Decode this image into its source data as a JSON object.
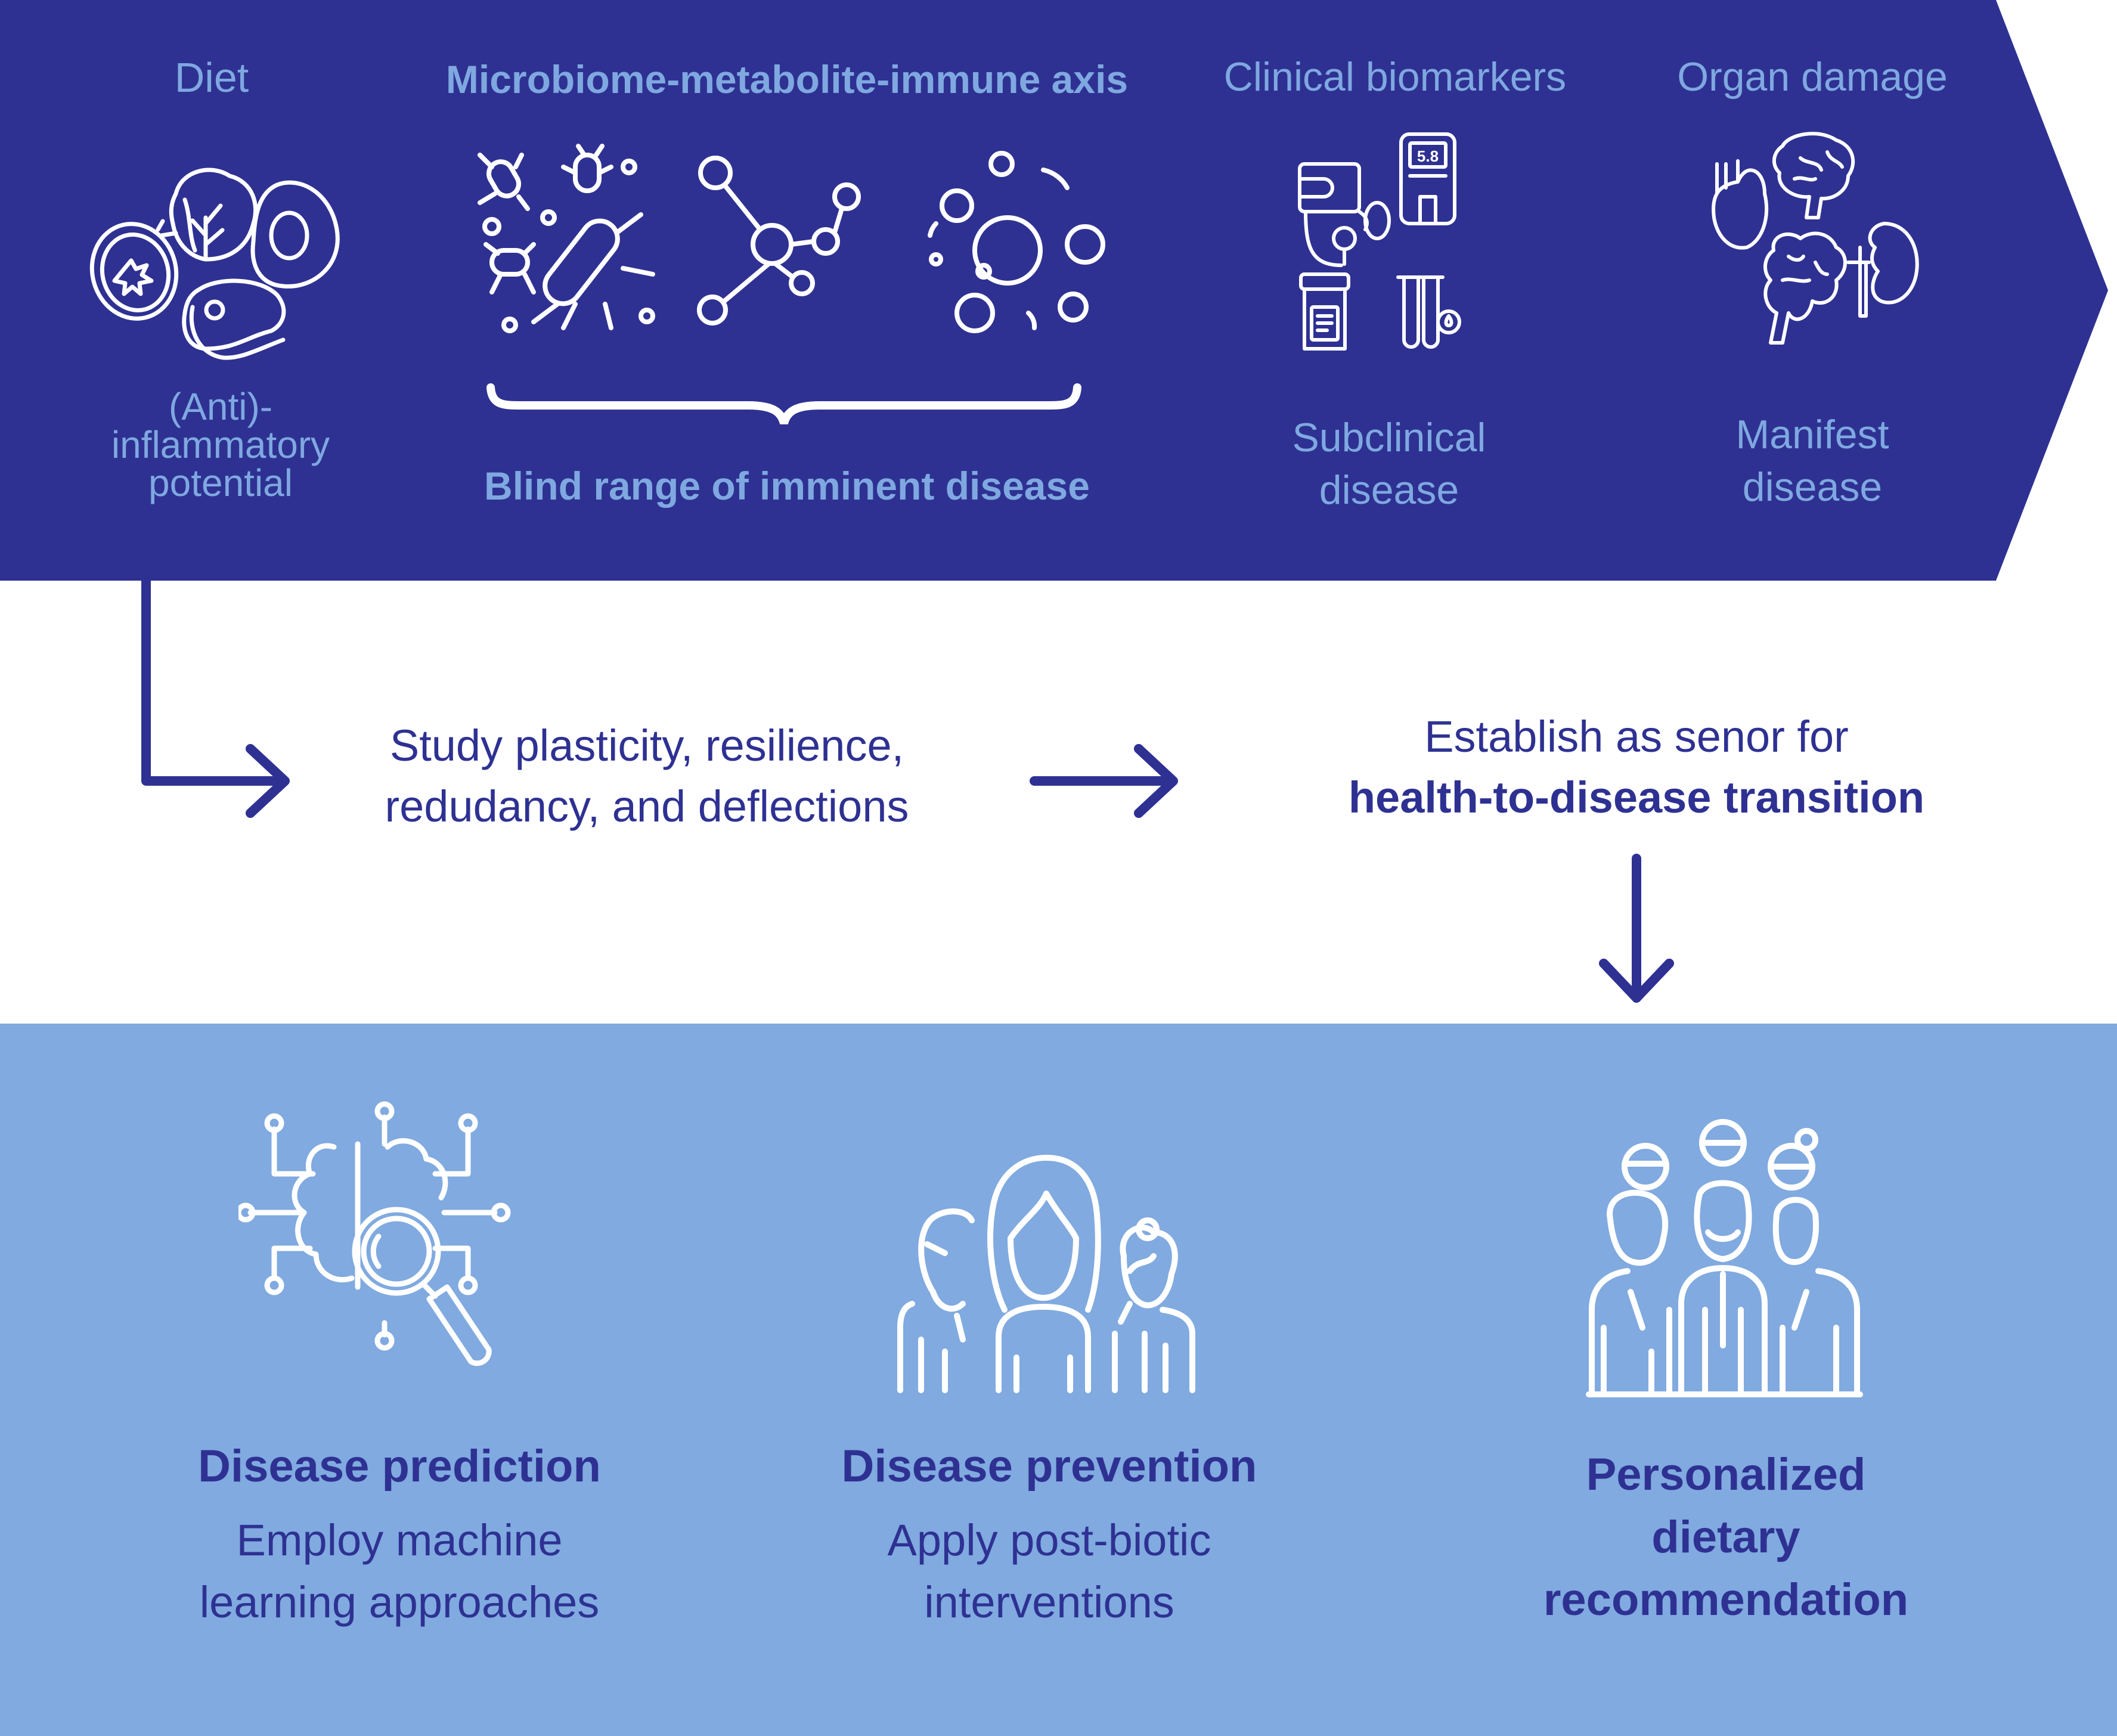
{
  "colors": {
    "banner_bg": "#2E3192",
    "banner_text": "#7FA8E0",
    "arrow": "#2E3192",
    "bottom_bg": "#80AAE0",
    "icon_stroke": "#FFFFFF"
  },
  "banner": {
    "stages": [
      {
        "title": "Diet",
        "subtitle_lines": [
          "(Anti)-",
          "inflammatory",
          "potential"
        ],
        "icon": "food-icon"
      },
      {
        "title": "Microbiome-metabolite-immune axis",
        "subtitle_lines": [
          "Blind range of imminent disease"
        ],
        "icons": [
          "bacteria-icon",
          "molecule-icon",
          "metabolite-bubbles-icon"
        ],
        "brace": "curly-brace-icon"
      },
      {
        "title": "Clinical biomarkers",
        "subtitle_lines": [
          "Subclinical",
          "disease"
        ],
        "icon": "medical-devices-icon",
        "glucometer_reading": "5.8"
      },
      {
        "title": "Organ damage",
        "subtitle_lines": [
          "Manifest",
          "disease"
        ],
        "icon": "organs-icon"
      }
    ]
  },
  "flow": {
    "step1_lines": [
      "Study plasticity, resilience,",
      "redudancy, and deflections"
    ],
    "step2_line1": "Establish as senor for",
    "step2_line2": "health-to-disease transition"
  },
  "outcomes": [
    {
      "title": "Disease prediction",
      "desc_lines": [
        "Employ machine",
        "learning approaches"
      ],
      "icon": "ai-brain-search-icon"
    },
    {
      "title": "Disease prevention",
      "desc_lines": [
        "Apply post-biotic",
        "interventions"
      ],
      "icon": "people-group-icon"
    },
    {
      "title_lines": [
        "Personalized",
        "dietary",
        "recommendation"
      ],
      "icon": "crowd-icon"
    }
  ]
}
